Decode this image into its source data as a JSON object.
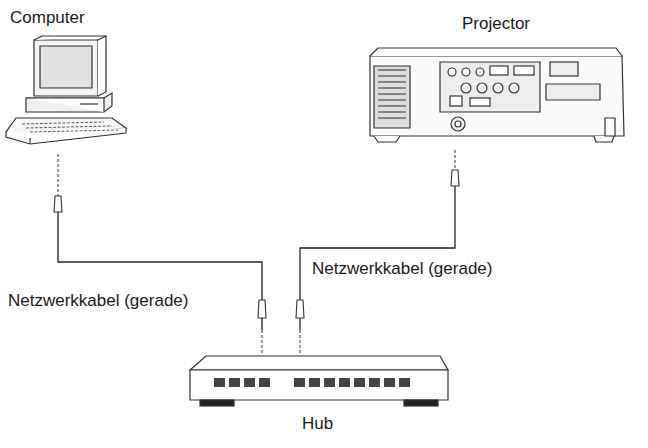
{
  "diagram": {
    "nodes": [
      {
        "text": [
          "Computer"
        ]
      },
      {
        "text": [
          "Projector"
        ]
      },
      {
        "text": [
          "Hub"
        ]
      }
    ],
    "edges": [
      {
        "from": 0,
        "to": 2,
        "arrow": "none",
        "label": "Netzwerkkabel (gerade)"
      },
      {
        "from": 1,
        "to": 2,
        "arrow": "none",
        "label": "Netzwerkkabel (gerade)"
      }
    ]
  }
}
